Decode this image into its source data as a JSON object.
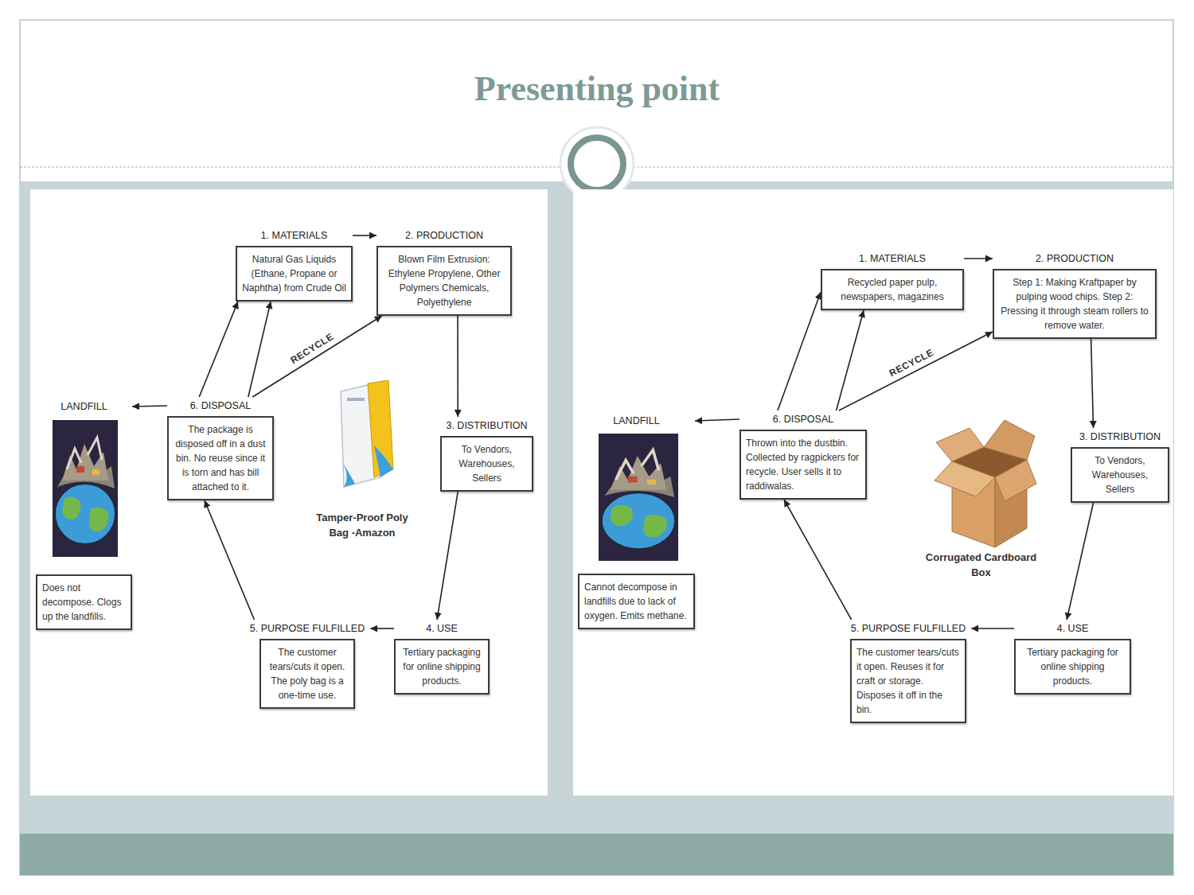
{
  "diagram": {
    "title": "Presenting point",
    "nodes": [
      {
        "text": [
          "1. MATERIALS",
          "Natural Gas Liquids (Ethane, Propane or Naphtha) from Crude Oil"
        ]
      },
      {
        "text": [
          "2. PRODUCTION",
          "Blown Film Extrusion: Ethylene Propylene, Other Polymers Chemicals, Polyethylene"
        ]
      },
      {
        "text": [
          "3. DISTRIBUTION",
          "To Vendors, Warehouses, Sellers"
        ]
      },
      {
        "text": [
          "4. USE",
          "Tertiary packaging for online shipping products."
        ]
      },
      {
        "text": [
          "5. PURPOSE FULFILLED",
          "The customer tears/cuts it open. The poly bag is a one-time use."
        ]
      },
      {
        "text": [
          "6. DISPOSAL",
          "The package is disposed off in a dust bin. No reuse since it is torn and has bill attached to it."
        ]
      },
      {
        "text": [
          "LANDFILL",
          "Does not decompose. Clogs up the landfills."
        ]
      },
      {
        "text": [
          "1. MATERIALS",
          "Recycled paper pulp, newspapers, magazines"
        ]
      },
      {
        "text": [
          "2. PRODUCTION",
          "Step 1: Making Kraftpaper by pulping wood chips. Step 2: Pressing it through steam rollers to remove water."
        ]
      },
      {
        "text": [
          "3. DISTRIBUTION",
          "To Vendors, Warehouses, Sellers"
        ]
      },
      {
        "text": [
          "4. USE",
          "Tertiary packaging for online shipping products."
        ]
      },
      {
        "text": [
          "5. PURPOSE FULFILLED",
          "The customer tears/cuts it open. Reuses it for craft or storage. Disposes it off in the bin."
        ]
      },
      {
        "text": [
          "6. DISPOSAL",
          "Thrown into the dustbin. Collected by ragpickers for recycle. User sells it to raddiwalas."
        ]
      },
      {
        "text": [
          "LANDFILL",
          "Cannot decompose in landfills due to lack of oxygen. Emits methane."
        ]
      }
    ],
    "edges": [
      {
        "from": 0,
        "to": 1,
        "arrow": "to"
      },
      {
        "from": 1,
        "to": 2,
        "arrow": "to"
      },
      {
        "from": 2,
        "to": 3,
        "arrow": "to"
      },
      {
        "from": 3,
        "to": 4,
        "arrow": "to"
      },
      {
        "from": 4,
        "to": 5,
        "arrow": "to"
      },
      {
        "from": 5,
        "to": 0,
        "arrow": "to"
      },
      {
        "from": 5,
        "to": 0,
        "arrow": "to"
      },
      {
        "from": 5,
        "to": 1,
        "label": "RECYCLE",
        "arrow": "to"
      },
      {
        "from": 5,
        "to": 6,
        "arrow": "to"
      },
      {
        "from": 7,
        "to": 8,
        "arrow": "to"
      },
      {
        "from": 8,
        "to": 9,
        "arrow": "to"
      },
      {
        "from": 9,
        "to": 10,
        "arrow": "to"
      },
      {
        "from": 10,
        "to": 11,
        "arrow": "to"
      },
      {
        "from": 11,
        "to": 12,
        "arrow": "to"
      },
      {
        "from": 12,
        "to": 7,
        "arrow": "to"
      },
      {
        "from": 12,
        "to": 7,
        "arrow": "to"
      },
      {
        "from": 12,
        "to": 8,
        "label": "RECYCLE",
        "arrow": "to"
      },
      {
        "from": 12,
        "to": 13,
        "arrow": "to"
      }
    ],
    "labels": [
      "Tamper-Proof Poly Bag -Amazon",
      "Corrugated Cardboard Box"
    ]
  }
}
